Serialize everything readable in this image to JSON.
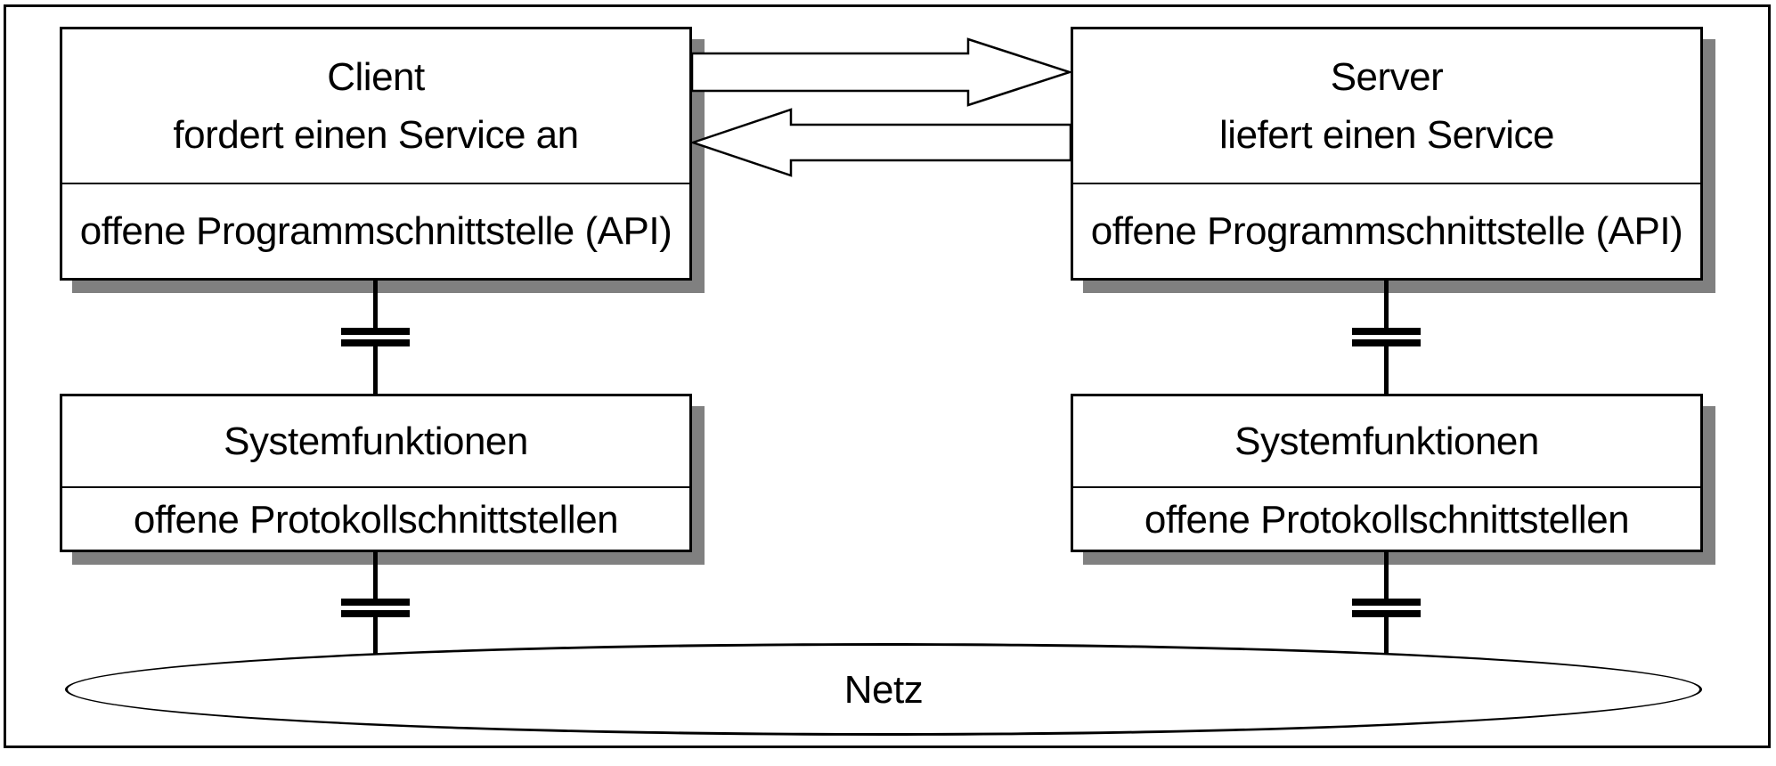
{
  "diagram": {
    "client": {
      "title": "Client",
      "subtitle": "fordert einen Service an",
      "interface": "offene Programmschnittstelle (API)"
    },
    "server": {
      "title": "Server",
      "subtitle": "liefert einen Service",
      "interface": "offene Programmschnittstelle (API)"
    },
    "client_system": {
      "title": "Systemfunktionen",
      "interface": "offene Protokollschnittstellen"
    },
    "server_system": {
      "title": "Systemfunktionen",
      "interface": "offene Protokollschnittstellen"
    },
    "network": {
      "label": "Netz"
    },
    "icons": {
      "request_arrow": "right-block-arrow",
      "response_arrow": "left-block-arrow",
      "interface_symbol": "capacitor-connector"
    },
    "colors": {
      "line": "#000000",
      "shadow": "#808080",
      "background": "#ffffff",
      "arrow_fill": "#ffffff"
    }
  }
}
